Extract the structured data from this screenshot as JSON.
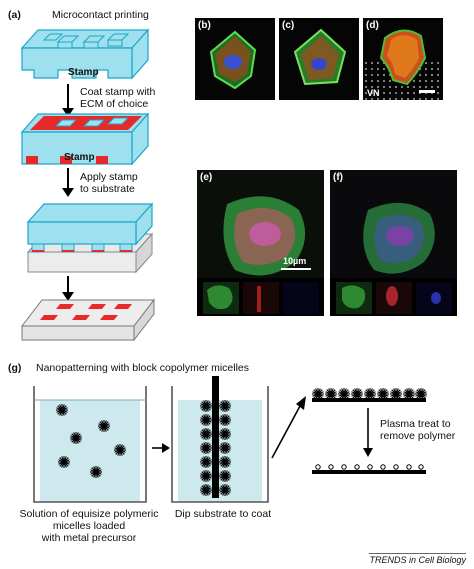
{
  "panel_a": {
    "label": "(a)",
    "title": "Microcontact printing",
    "stamp_label_1": "Stamp",
    "step1_line1": "Coat stamp with",
    "step1_line2": "ECM of choice",
    "stamp_label_2": "Stamp",
    "step2_line1": "Apply stamp",
    "step2_line2": "to substrate"
  },
  "micrographs": {
    "b": "(b)",
    "c": "(c)",
    "d": "(d)",
    "d_overlay": "VN",
    "e": "(e)",
    "f": "(f)",
    "scale_bar": "10µm"
  },
  "panel_g": {
    "label": "(g)",
    "title": "Nanopatterning with block copolymer micelles",
    "caption1_line1": "Solution of equisize polymeric",
    "caption1_line2": "micelles loaded",
    "caption1_line3": "with metal precursor",
    "caption2": "Dip substrate to coat",
    "plasma_line1": "Plasma treat to",
    "plasma_line2": "remove polymer"
  },
  "footer": "TRENDS in Cell Biology",
  "colors": {
    "stamp_fill": "#9fe0ee",
    "stamp_stroke": "#1aa6c8",
    "ecm_red": "#e62a2a",
    "solution": "#cde9ee",
    "substrate_gray": "#e8e8e8"
  }
}
